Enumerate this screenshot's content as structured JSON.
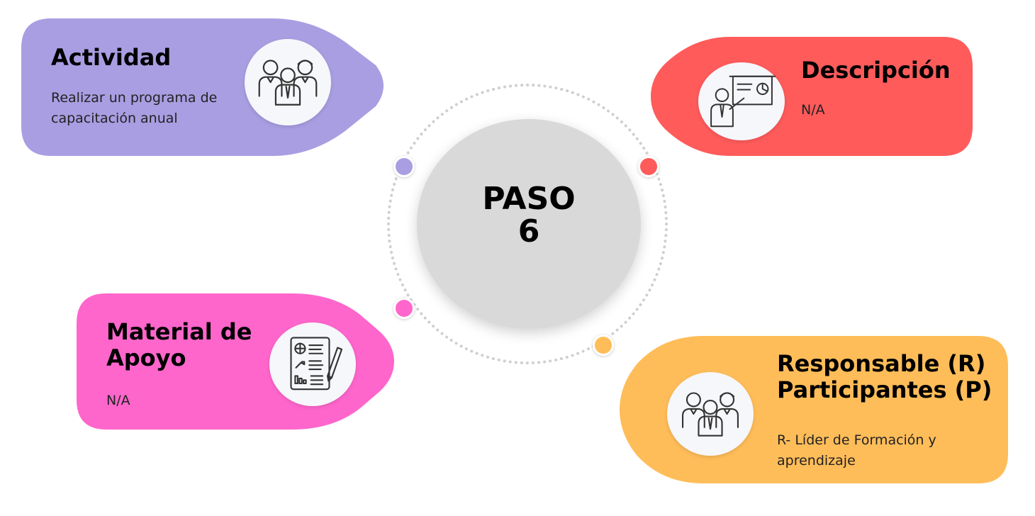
{
  "center": {
    "line1": "PASO",
    "line2": "6"
  },
  "colors": {
    "actividad": "#a99ee2",
    "descripcion": "#ff5b5b",
    "material": "#ff66cc",
    "responsable": "#ffbd59",
    "center": "#d9d9d9"
  },
  "actividad": {
    "title": "Actividad",
    "text_line1": "Realizar un programa de",
    "text_line2": "capacitación anual",
    "icon": "team-icon"
  },
  "descripcion": {
    "title": "Descripción",
    "text": "N/A",
    "icon": "presentation-icon"
  },
  "material": {
    "title_line1": "Material de",
    "title_line2": "Apoyo",
    "text": "N/A",
    "icon": "document-report-icon"
  },
  "responsable": {
    "title_line1": "Responsable (R)",
    "title_line2": "Participantes (P)",
    "text_line1": "R- Líder de Formación y",
    "text_line2": "aprendizaje",
    "icon": "team-icon"
  }
}
